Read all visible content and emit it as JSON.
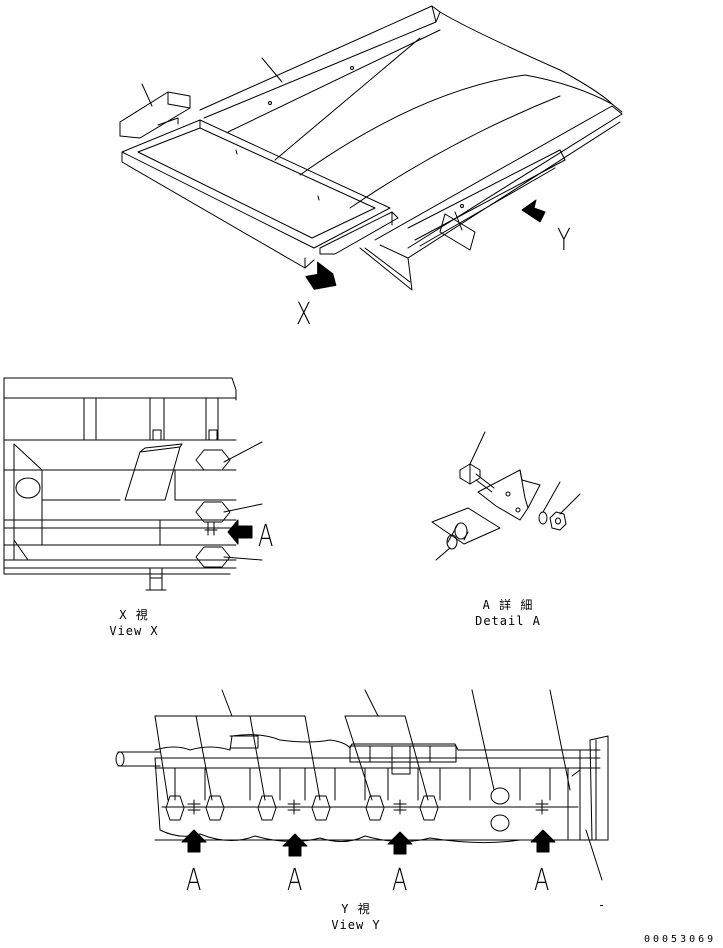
{
  "labels": {
    "x_arrow": "X",
    "y_arrow": "Y",
    "a_callout": "A",
    "a_bottom": [
      "A",
      "A",
      "A",
      "A"
    ],
    "dash": "-"
  },
  "captions": {
    "view_x_jp": "X 視",
    "view_x_en": "View X",
    "detail_a_jp": "A 詳 細",
    "detail_a_en": "Detail A",
    "view_y_jp": "Y 視",
    "view_y_en": "View Y"
  },
  "drawing_code": "00053069",
  "colors": {
    "line": "#000000",
    "background": "#ffffff"
  }
}
